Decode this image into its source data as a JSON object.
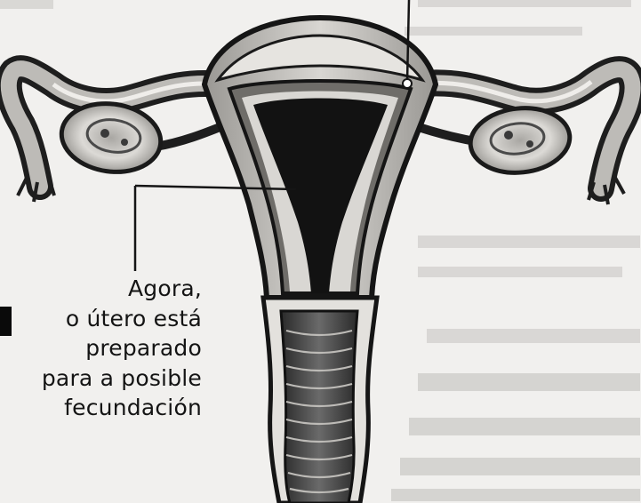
{
  "callout": {
    "lines": [
      "Agora,",
      "o útero está",
      "preparado",
      "para a posible",
      "fecundación"
    ]
  },
  "colors": {
    "paper": "#f1f0ee",
    "ink": "#141414",
    "tissue": "#c9c7c3",
    "dark_tissue": "#1a1a1a"
  }
}
